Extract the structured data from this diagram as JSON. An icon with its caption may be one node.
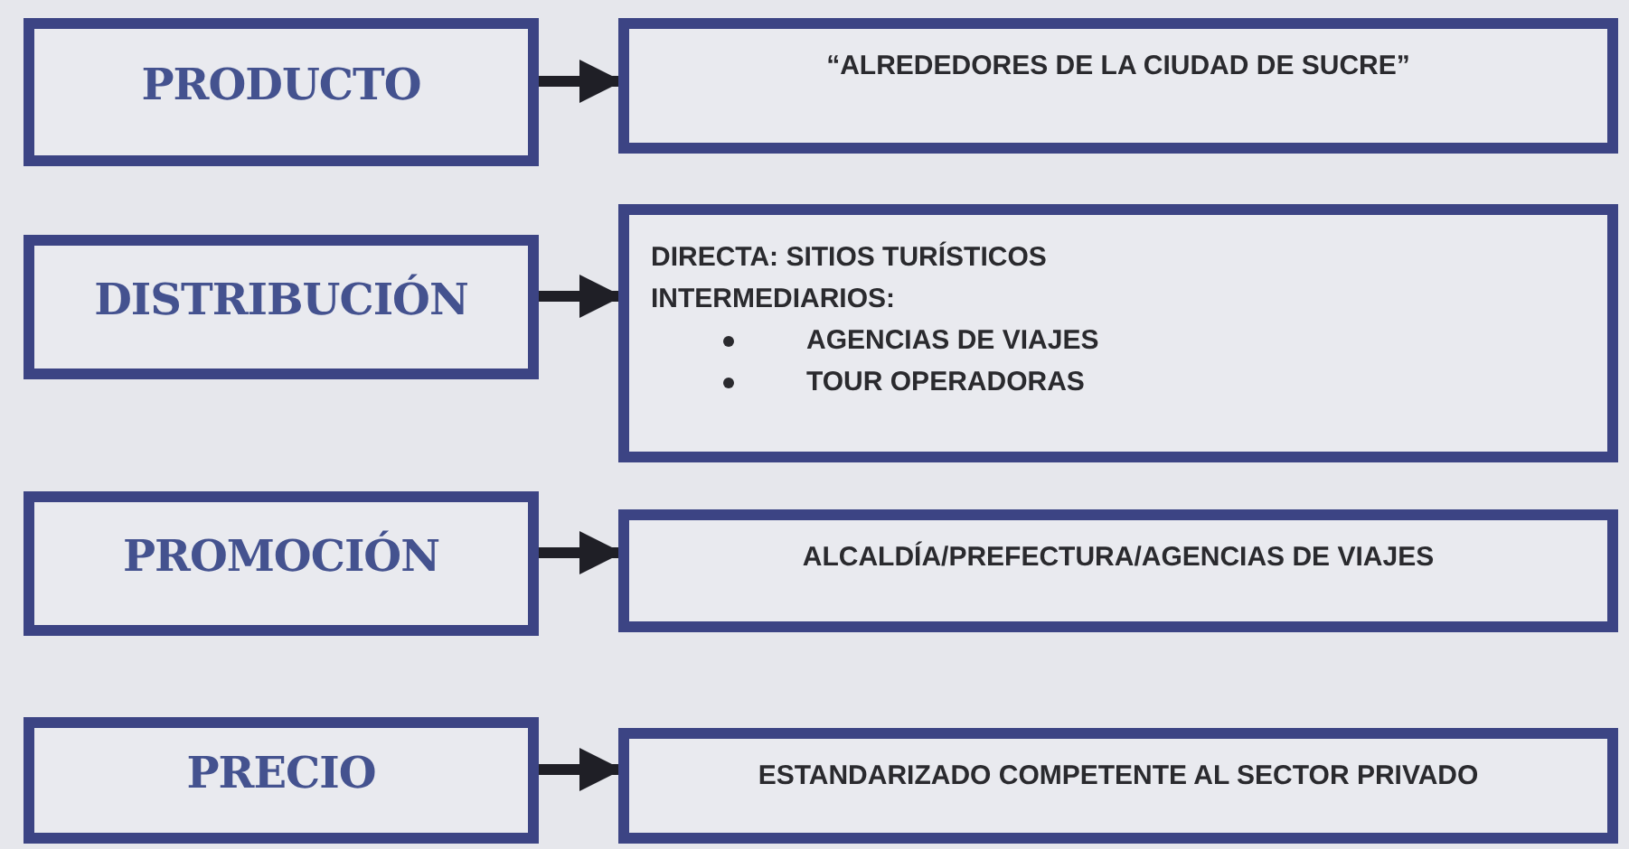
{
  "diagram": {
    "nodes": [
      {
        "text": [
          "PRODUCTO"
        ]
      },
      {
        "text": [
          "“ALREDEDORES DE LA CIUDAD DE SUCRE”"
        ]
      },
      {
        "text": [
          "DISTRIBUCIÓN"
        ]
      },
      {
        "text": [
          "DIRECTA: SITIOS TURÍSTICOS",
          "INTERMEDIARIOS:",
          "AGENCIAS DE VIAJES",
          "TOUR OPERADORAS"
        ]
      },
      {
        "text": [
          "PROMOCIÓN"
        ]
      },
      {
        "text": [
          "ALCALDÍA/PREFECTURA/AGENCIAS DE VIAJES"
        ]
      },
      {
        "text": [
          "PRECIO"
        ]
      },
      {
        "text": [
          "ESTANDARIZADO COMPETENTE AL SECTOR PRIVADO"
        ]
      }
    ],
    "edges": [
      {
        "from": 0,
        "to": 1,
        "arrow": "to"
      },
      {
        "from": 2,
        "to": 3,
        "arrow": "to"
      },
      {
        "from": 4,
        "to": 5,
        "arrow": "to"
      },
      {
        "from": 6,
        "to": 7,
        "arrow": "to"
      }
    ]
  }
}
